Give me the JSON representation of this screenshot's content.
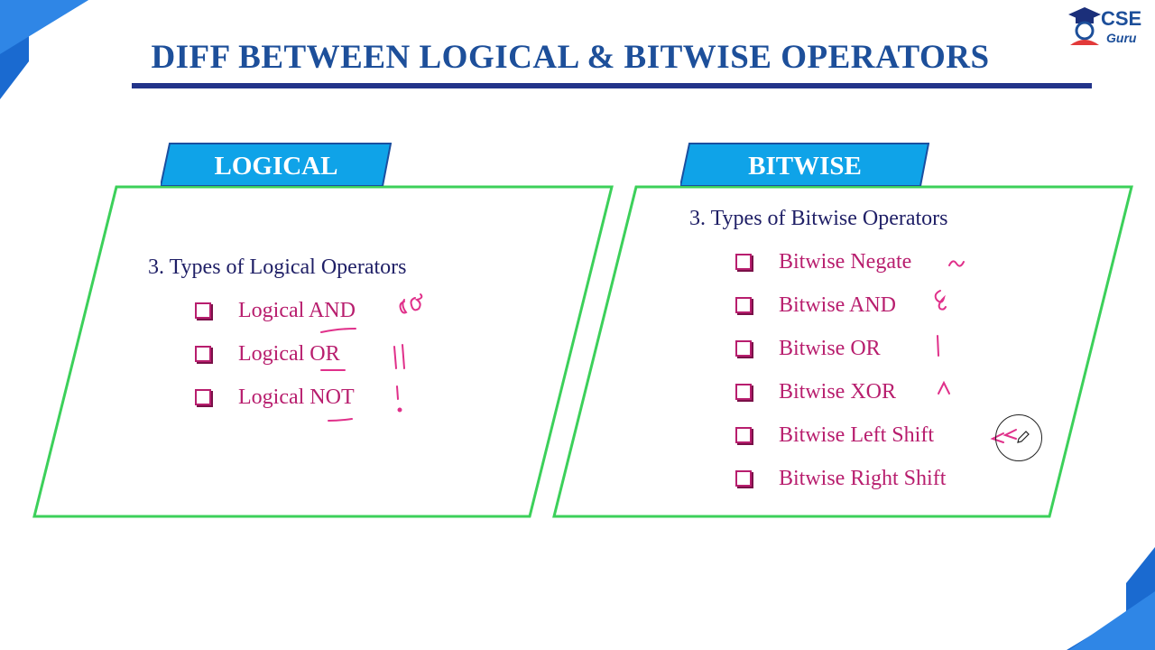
{
  "slide": {
    "title": "DIFF BETWEEN LOGICAL & BITWISE OPERATORS",
    "logo": {
      "top": "CSE",
      "bottom": "Guru"
    }
  },
  "logical": {
    "tab": "LOGICAL",
    "heading": "3.  Types of Logical Operators",
    "items": [
      "Logical AND",
      "Logical OR",
      "Logical NOT"
    ]
  },
  "bitwise": {
    "tab": "BITWISE",
    "heading": "3.  Types of Bitwise Operators",
    "items": [
      "Bitwise Negate",
      "Bitwise AND",
      "Bitwise OR",
      "Bitwise XOR",
      "Bitwise Left Shift",
      "Bitwise Right Shift"
    ]
  },
  "colors": {
    "title": "#1d4f9a",
    "panel_border": "#3cd05a",
    "tab_fill": "#0fa3e8",
    "item_text": "#b81e6e",
    "heading_text": "#1f1f66",
    "annotation_ink": "#e0308a"
  },
  "icons": {
    "item_marker": "checkbox-icon",
    "logo": "graduation-cap-icon",
    "pen_cursor": "pen-cursor-icon"
  }
}
